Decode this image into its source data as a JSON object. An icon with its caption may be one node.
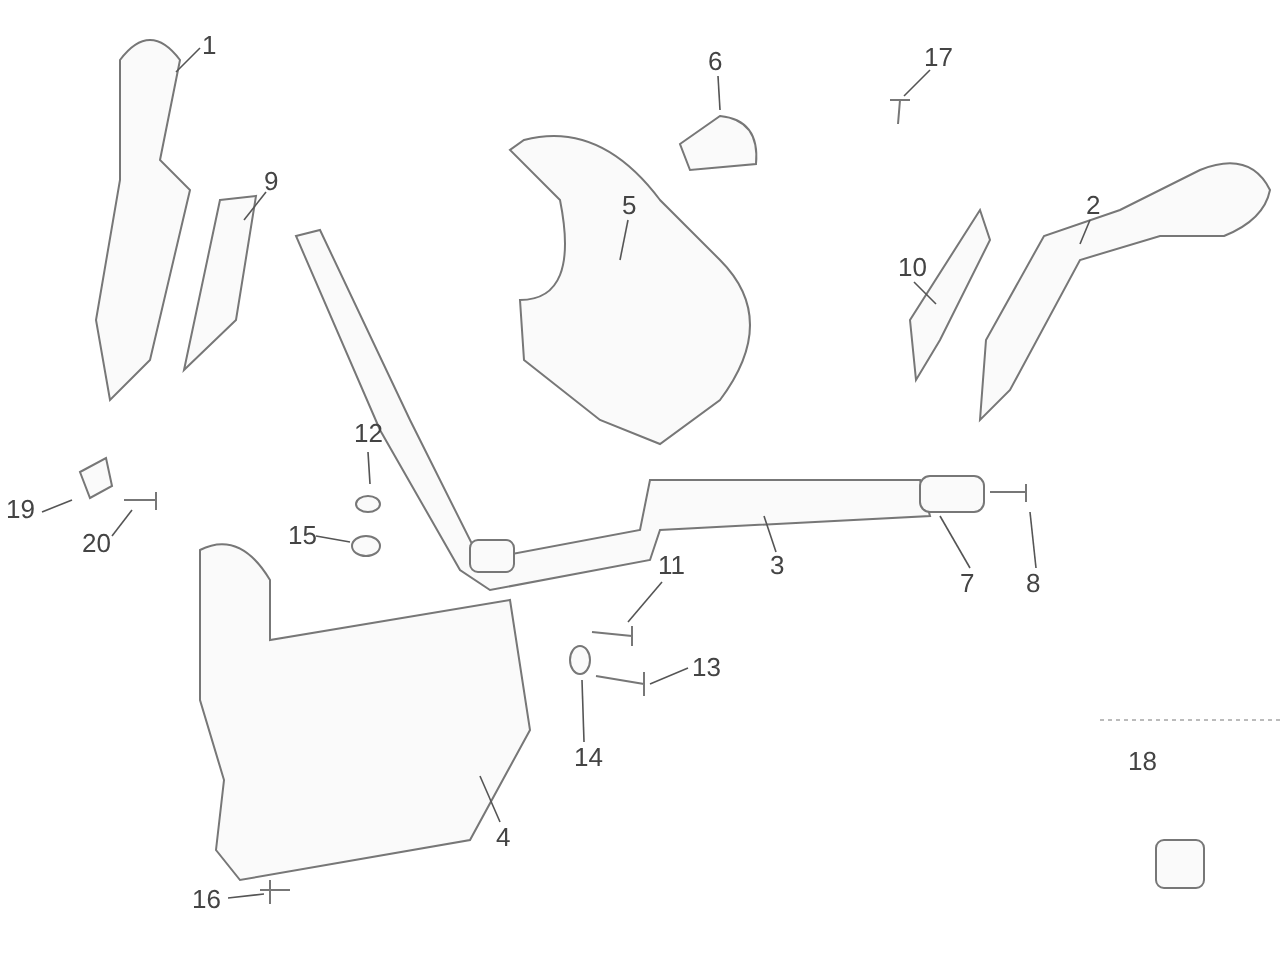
{
  "diagram": {
    "nodes": [
      {
        "text": [
          "1"
        ]
      },
      {
        "text": [
          "9"
        ]
      },
      {
        "text": [
          "6"
        ]
      },
      {
        "text": [
          "17"
        ]
      },
      {
        "text": [
          "5"
        ]
      },
      {
        "text": [
          "2"
        ]
      },
      {
        "text": [
          "10"
        ]
      },
      {
        "text": [
          "12"
        ]
      },
      {
        "text": [
          "15"
        ]
      },
      {
        "text": [
          "3"
        ]
      },
      {
        "text": [
          "7"
        ]
      },
      {
        "text": [
          "8"
        ]
      },
      {
        "text": [
          "11"
        ]
      },
      {
        "text": [
          "13"
        ]
      },
      {
        "text": [
          "14"
        ]
      },
      {
        "text": [
          "19"
        ]
      },
      {
        "text": [
          "20"
        ]
      },
      {
        "text": [
          "4"
        ]
      },
      {
        "text": [
          "16"
        ]
      }
    ],
    "edges": [
      {
        "from": 0,
        "to": null,
        "arrow": "none"
      },
      {
        "from": 1,
        "to": null,
        "arrow": "none"
      },
      {
        "from": 2,
        "to": null,
        "arrow": "none"
      },
      {
        "from": 3,
        "to": null,
        "arrow": "none"
      },
      {
        "from": 4,
        "to": null,
        "arrow": "none"
      },
      {
        "from": 5,
        "to": null,
        "arrow": "none"
      },
      {
        "from": 6,
        "to": null,
        "arrow": "none"
      },
      {
        "from": 7,
        "to": null,
        "arrow": "none"
      },
      {
        "from": 8,
        "to": null,
        "arrow": "none"
      },
      {
        "from": 9,
        "to": null,
        "arrow": "none"
      },
      {
        "from": 10,
        "to": null,
        "arrow": "none"
      },
      {
        "from": 11,
        "to": null,
        "arrow": "none"
      },
      {
        "from": 12,
        "to": null,
        "arrow": "none"
      },
      {
        "from": 13,
        "to": null,
        "arrow": "none"
      },
      {
        "from": 14,
        "to": null,
        "arrow": "none"
      },
      {
        "from": 15,
        "to": null,
        "arrow": "none"
      },
      {
        "from": 16,
        "to": null,
        "arrow": "none"
      },
      {
        "from": 17,
        "to": null,
        "arrow": "none"
      },
      {
        "from": 18,
        "to": null,
        "arrow": "none"
      }
    ],
    "labels": [
      "18"
    ]
  }
}
